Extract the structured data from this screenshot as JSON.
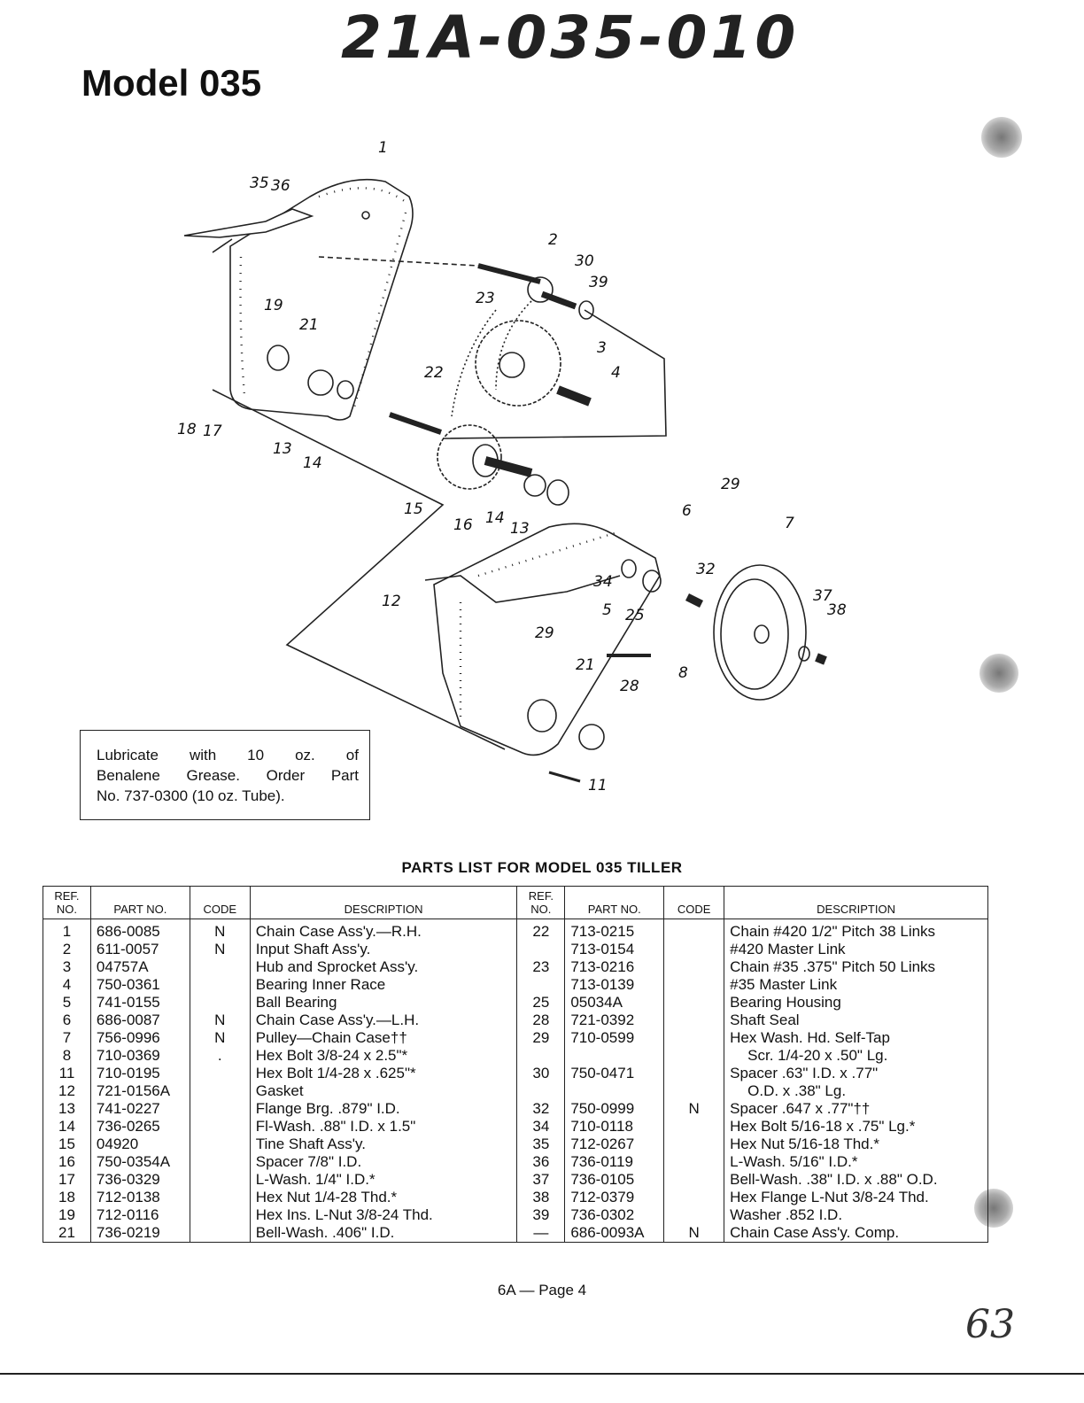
{
  "header": {
    "handwritten_number": "21A-035-010",
    "model_title": "Model 035"
  },
  "diagram": {
    "callouts": [
      "1",
      "35",
      "36",
      "2",
      "30",
      "39",
      "23",
      "19",
      "21",
      "3",
      "22",
      "4",
      "18",
      "17",
      "13",
      "14",
      "15",
      "16",
      "14",
      "13",
      "29",
      "6",
      "7",
      "12",
      "34",
      "5",
      "25",
      "32",
      "37",
      "38",
      "29",
      "21",
      "8",
      "28",
      "11"
    ]
  },
  "lube_note": {
    "line1": [
      "Lubricate",
      "with",
      "10",
      "oz.",
      "of"
    ],
    "line2": [
      "Benalene",
      "Grease.",
      "Order",
      "Part"
    ],
    "line3": "No. 737-0300 (10 oz. Tube)."
  },
  "parts_list": {
    "title": "PARTS LIST FOR MODEL 035 TILLER",
    "headers": {
      "ref_no": "REF. NO.",
      "part_no": "PART NO.",
      "code": "CODE",
      "description": "DESCRIPTION"
    },
    "left": [
      {
        "ref": "1",
        "part": "686-0085",
        "code": "N",
        "desc": "Chain Case Ass'y.—R.H."
      },
      {
        "ref": "2",
        "part": "611-0057",
        "code": "N",
        "desc": "Input Shaft Ass'y."
      },
      {
        "ref": "3",
        "part": "04757A",
        "code": "",
        "desc": "Hub and Sprocket Ass'y."
      },
      {
        "ref": "4",
        "part": "750-0361",
        "code": "",
        "desc": "Bearing Inner Race"
      },
      {
        "ref": "5",
        "part": "741-0155",
        "code": "",
        "desc": "Ball Bearing"
      },
      {
        "ref": "6",
        "part": "686-0087",
        "code": "N",
        "desc": "Chain Case Ass'y.—L.H."
      },
      {
        "ref": "7",
        "part": "756-0996",
        "code": "N",
        "desc": "Pulley—Chain Case††"
      },
      {
        "ref": "8",
        "part": "710-0369",
        "code": ".",
        "desc": "Hex Bolt 3/8-24 x 2.5\"*"
      },
      {
        "ref": "11",
        "part": "710-0195",
        "code": "",
        "desc": "Hex Bolt 1/4-28 x .625\"*"
      },
      {
        "ref": "12",
        "part": "721-0156A",
        "code": "",
        "desc": "Gasket"
      },
      {
        "ref": "13",
        "part": "741-0227",
        "code": "",
        "desc": "Flange Brg. .879\" I.D."
      },
      {
        "ref": "14",
        "part": "736-0265",
        "code": "",
        "desc": "Fl-Wash. .88\" I.D. x 1.5\""
      },
      {
        "ref": "15",
        "part": "04920",
        "code": "",
        "desc": "Tine Shaft Ass'y."
      },
      {
        "ref": "16",
        "part": "750-0354A",
        "code": "",
        "desc": "Spacer 7/8\" I.D."
      },
      {
        "ref": "17",
        "part": "736-0329",
        "code": "",
        "desc": "L-Wash. 1/4\" I.D.*"
      },
      {
        "ref": "18",
        "part": "712-0138",
        "code": "",
        "desc": "Hex Nut 1/4-28 Thd.*"
      },
      {
        "ref": "19",
        "part": "712-0116",
        "code": "",
        "desc": "Hex Ins. L-Nut 3/8-24 Thd."
      },
      {
        "ref": "21",
        "part": "736-0219",
        "code": "",
        "desc": "Bell-Wash. .406\" I.D."
      }
    ],
    "right": [
      {
        "ref": "22",
        "part": "713-0215",
        "code": "",
        "desc": "Chain #420 1/2\" Pitch 38 Links",
        "desc2": ""
      },
      {
        "ref": "",
        "part": "713-0154",
        "code": "",
        "desc": "#420 Master Link",
        "desc2": ""
      },
      {
        "ref": "23",
        "part": "713-0216",
        "code": "",
        "desc": "Chain #35 .375\" Pitch 50 Links",
        "desc2": ""
      },
      {
        "ref": "",
        "part": "713-0139",
        "code": "",
        "desc": "#35 Master Link",
        "desc2": ""
      },
      {
        "ref": "25",
        "part": "05034A",
        "code": "",
        "desc": "Bearing Housing",
        "desc2": ""
      },
      {
        "ref": "28",
        "part": "721-0392",
        "code": "",
        "desc": "Shaft Seal",
        "desc2": ""
      },
      {
        "ref": "29",
        "part": "710-0599",
        "code": "",
        "desc": "Hex Wash. Hd. Self-Tap",
        "desc2": "Scr. 1/4-20 x .50\" Lg."
      },
      {
        "ref": "30",
        "part": "750-0471",
        "code": "",
        "desc": "Spacer .63\" I.D. x .77\"",
        "desc2": "O.D. x .38\" Lg."
      },
      {
        "ref": "32",
        "part": "750-0999",
        "code": "N",
        "desc": "Spacer .647 x .77\"††",
        "desc2": ""
      },
      {
        "ref": "34",
        "part": "710-0118",
        "code": "",
        "desc": "Hex Bolt 5/16-18 x .75\" Lg.*",
        "desc2": ""
      },
      {
        "ref": "35",
        "part": "712-0267",
        "code": "",
        "desc": "Hex Nut 5/16-18 Thd.*",
        "desc2": ""
      },
      {
        "ref": "36",
        "part": "736-0119",
        "code": "",
        "desc": "L-Wash. 5/16\" I.D.*",
        "desc2": ""
      },
      {
        "ref": "37",
        "part": "736-0105",
        "code": "",
        "desc": "Bell-Wash. .38\" I.D. x .88\" O.D.",
        "desc2": ""
      },
      {
        "ref": "38",
        "part": "712-0379",
        "code": "",
        "desc": "Hex Flange L-Nut 3/8-24 Thd.",
        "desc2": ""
      },
      {
        "ref": "39",
        "part": "736-0302",
        "code": "",
        "desc": "Washer .852 I.D.",
        "desc2": ""
      },
      {
        "ref": "—",
        "part": "686-0093A",
        "code": "N",
        "desc": "Chain Case Ass'y. Comp.",
        "desc2": ""
      }
    ]
  },
  "footer": {
    "page_label": "6A — Page 4",
    "corner_mark": "63"
  }
}
